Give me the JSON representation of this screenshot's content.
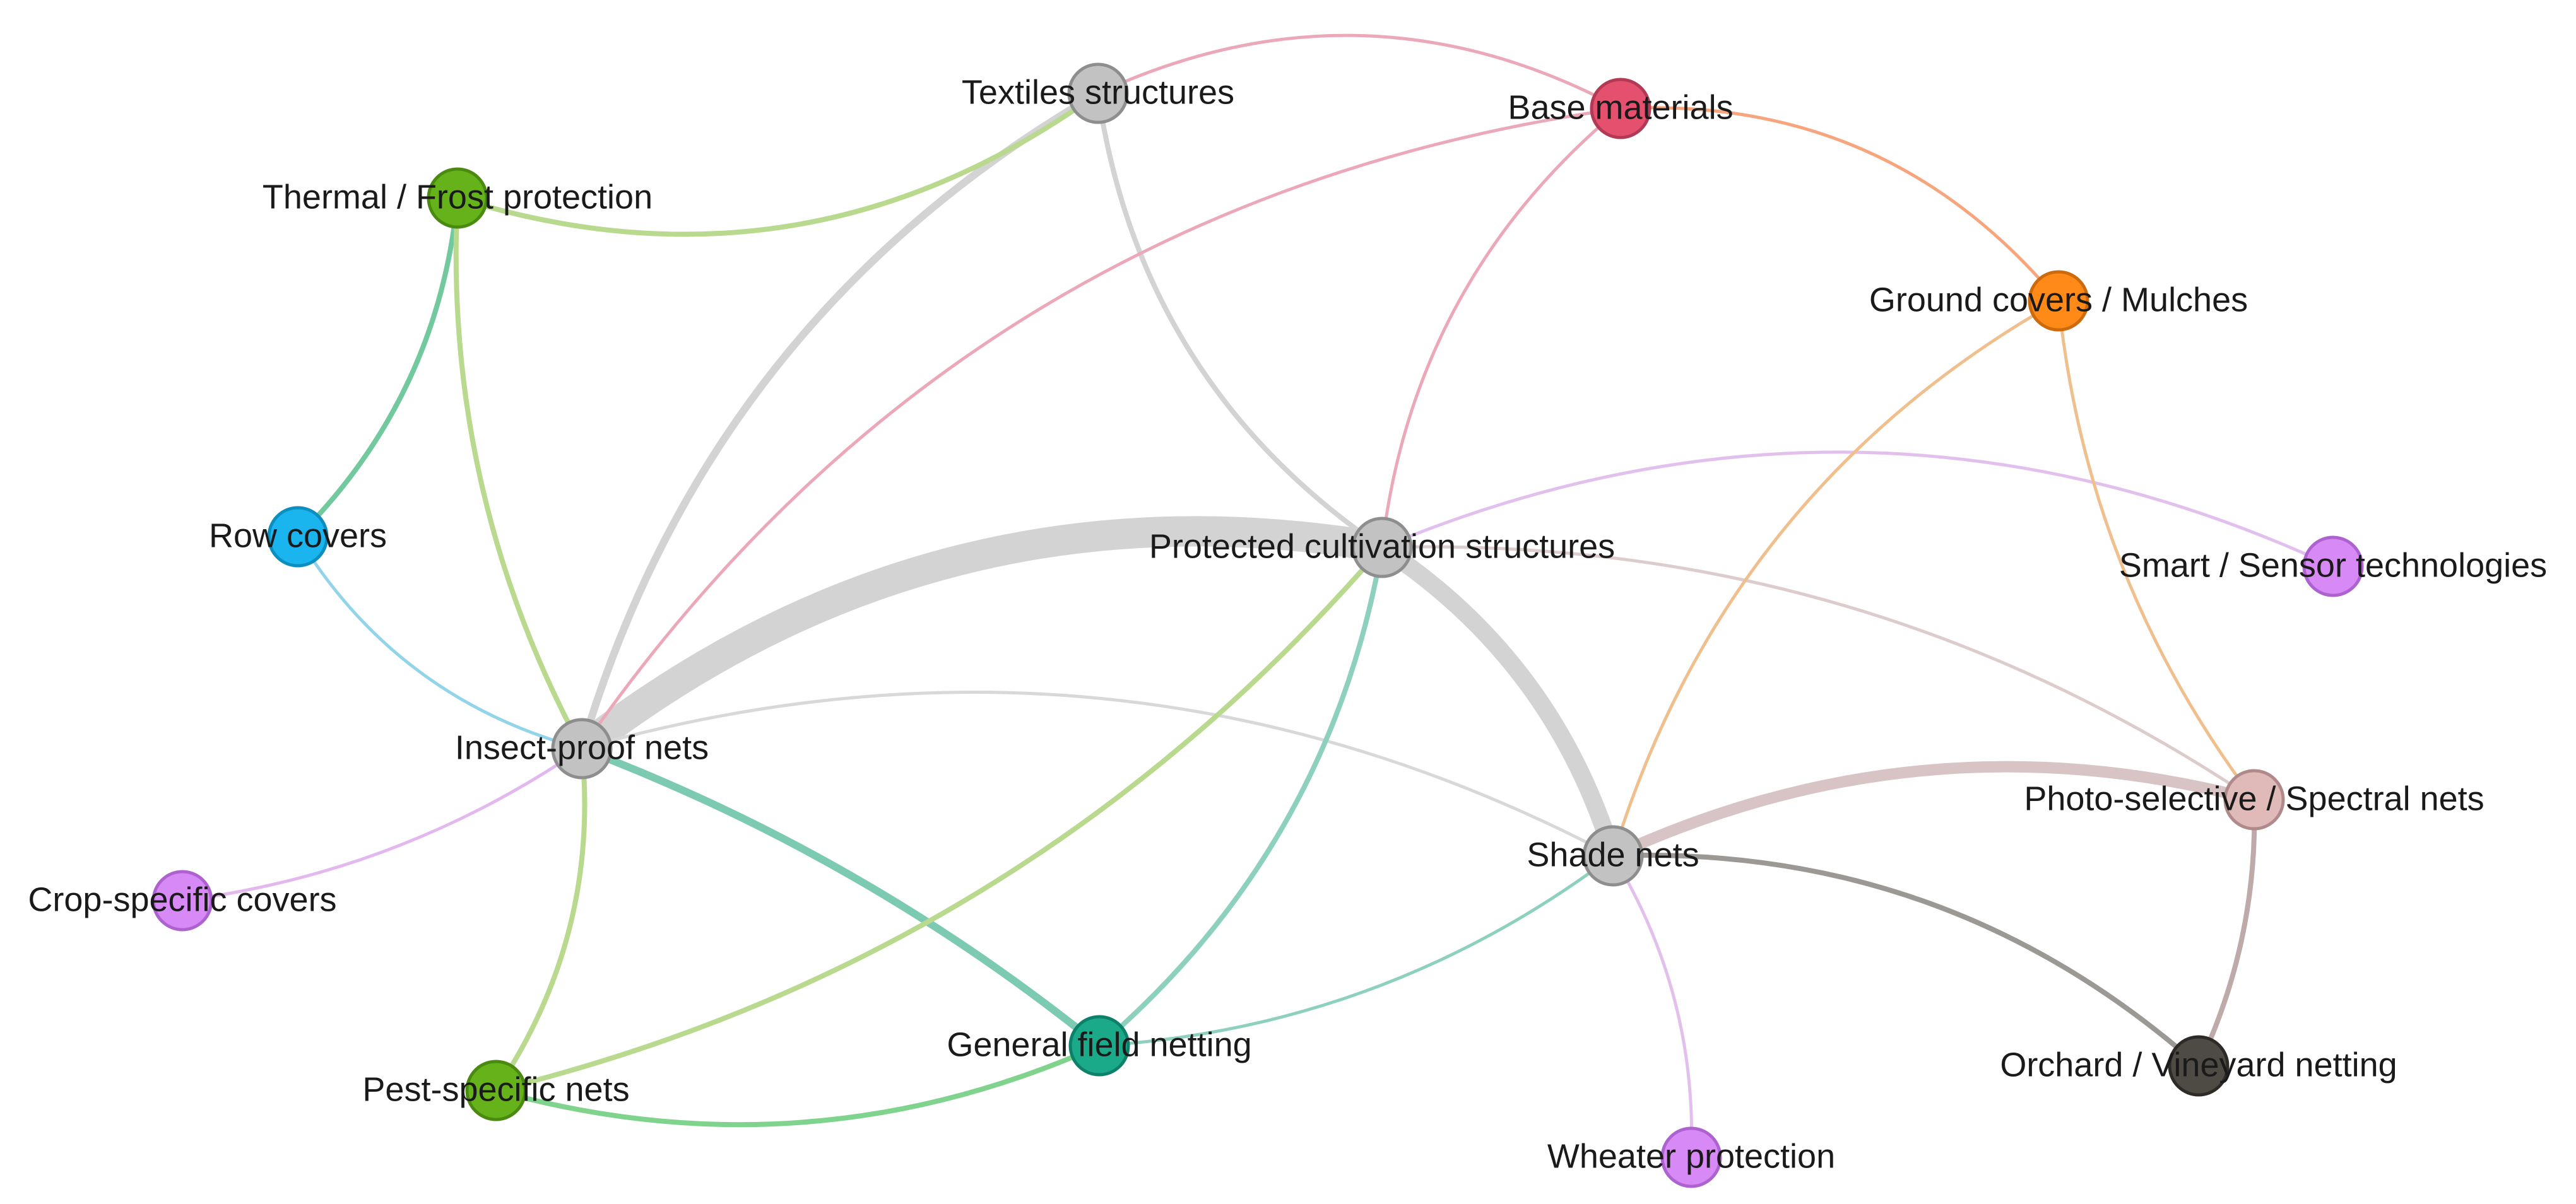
{
  "nodes": [
    {
      "id": "textiles",
      "label": "Textiles structures",
      "color": "#c2c2c2",
      "stroke": "#8e8e8e"
    },
    {
      "id": "base",
      "label": "Base materials",
      "color": "#e4506e",
      "stroke": "#b23a55"
    },
    {
      "id": "thermal",
      "label": "Thermal / Frost protection",
      "color": "#66b21a",
      "stroke": "#4a8a10"
    },
    {
      "id": "ground",
      "label": "Ground covers / Mulches",
      "color": "#ff8a18",
      "stroke": "#cc6a0c"
    },
    {
      "id": "row",
      "label": "Row covers",
      "color": "#1ab4ee",
      "stroke": "#0d8ec0"
    },
    {
      "id": "pcs",
      "label": "Protected cultivation structures",
      "color": "#c2c2c2",
      "stroke": "#8e8e8e"
    },
    {
      "id": "smart",
      "label": "Smart / Sensor technologies",
      "color": "#d78af5",
      "stroke": "#ad62cf"
    },
    {
      "id": "insect",
      "label": "Insect-proof nets",
      "color": "#c2c2c2",
      "stroke": "#8e8e8e"
    },
    {
      "id": "photo",
      "label": "Photo-selective / Spectral nets",
      "color": "#e0b9b9",
      "stroke": "#b08a8a"
    },
    {
      "id": "shade",
      "label": "Shade nets",
      "color": "#c2c2c2",
      "stroke": "#8e8e8e"
    },
    {
      "id": "crop",
      "label": "Crop-specific covers",
      "color": "#d78af5",
      "stroke": "#ad62cf"
    },
    {
      "id": "general",
      "label": "General field netting",
      "color": "#1aaa8a",
      "stroke": "#0d806a"
    },
    {
      "id": "orchard",
      "label": "Orchard / Vineyard netting",
      "color": "#4e4a44",
      "stroke": "#2e2a26"
    },
    {
      "id": "pest",
      "label": "Pest-specific nets",
      "color": "#66b21a",
      "stroke": "#4a8a10"
    },
    {
      "id": "weather",
      "label": "Wheater protection",
      "color": "#d78af5",
      "stroke": "#ad62cf"
    }
  ],
  "edges": [
    {
      "from": "insect",
      "to": "pcs",
      "color": "#d3d3d3",
      "weight": 10
    },
    {
      "from": "pcs",
      "to": "shade",
      "color": "#d3d3d3",
      "weight": 6
    },
    {
      "from": "shade",
      "to": "photo",
      "color": "#d8c4c4",
      "weight": 4
    },
    {
      "from": "insect",
      "to": "general",
      "color": "#7ccab2",
      "weight": 3
    },
    {
      "from": "insect",
      "to": "textiles",
      "color": "#d3d3d3",
      "weight": 3
    },
    {
      "from": "textiles",
      "to": "pcs",
      "color": "#d3d3d3",
      "weight": 2
    },
    {
      "from": "textiles",
      "to": "thermal",
      "color": "#b9d98e",
      "weight": 2
    },
    {
      "from": "textiles",
      "to": "base",
      "color": "#eba8b8",
      "weight": 1
    },
    {
      "from": "base",
      "to": "insect",
      "color": "#eba8b8",
      "weight": 1
    },
    {
      "from": "base",
      "to": "pcs",
      "color": "#eba8b8",
      "weight": 1
    },
    {
      "from": "base",
      "to": "ground",
      "color": "#f6a57c",
      "weight": 1
    },
    {
      "from": "thermal",
      "to": "row",
      "color": "#72c99d",
      "weight": 2
    },
    {
      "from": "thermal",
      "to": "insect",
      "color": "#b9d98e",
      "weight": 2
    },
    {
      "from": "row",
      "to": "insect",
      "color": "#93d4ea",
      "weight": 1
    },
    {
      "from": "insect",
      "to": "shade",
      "color": "#d8d8d8",
      "weight": 1
    },
    {
      "from": "insect",
      "to": "crop",
      "color": "#e2b8ee",
      "weight": 1
    },
    {
      "from": "insect",
      "to": "pest",
      "color": "#b9d98e",
      "weight": 2
    },
    {
      "from": "pcs",
      "to": "pest",
      "color": "#b9d98e",
      "weight": 2
    },
    {
      "from": "pcs",
      "to": "general",
      "color": "#8dd0be",
      "weight": 2
    },
    {
      "from": "pcs",
      "to": "smart",
      "color": "#e2c0ee",
      "weight": 1
    },
    {
      "from": "pcs",
      "to": "photo",
      "color": "#dccccc",
      "weight": 1
    },
    {
      "from": "ground",
      "to": "shade",
      "color": "#f0bf8e",
      "weight": 1
    },
    {
      "from": "ground",
      "to": "photo",
      "color": "#f0bf8e",
      "weight": 1
    },
    {
      "from": "shade",
      "to": "general",
      "color": "#8dd0be",
      "weight": 1
    },
    {
      "from": "shade",
      "to": "weather",
      "color": "#e2c0ee",
      "weight": 1
    },
    {
      "from": "shade",
      "to": "orchard",
      "color": "#9c9894",
      "weight": 2
    },
    {
      "from": "photo",
      "to": "orchard",
      "color": "#bfaaaa",
      "weight": 2
    },
    {
      "from": "pest",
      "to": "general",
      "color": "#7fd38c",
      "weight": 2
    }
  ]
}
